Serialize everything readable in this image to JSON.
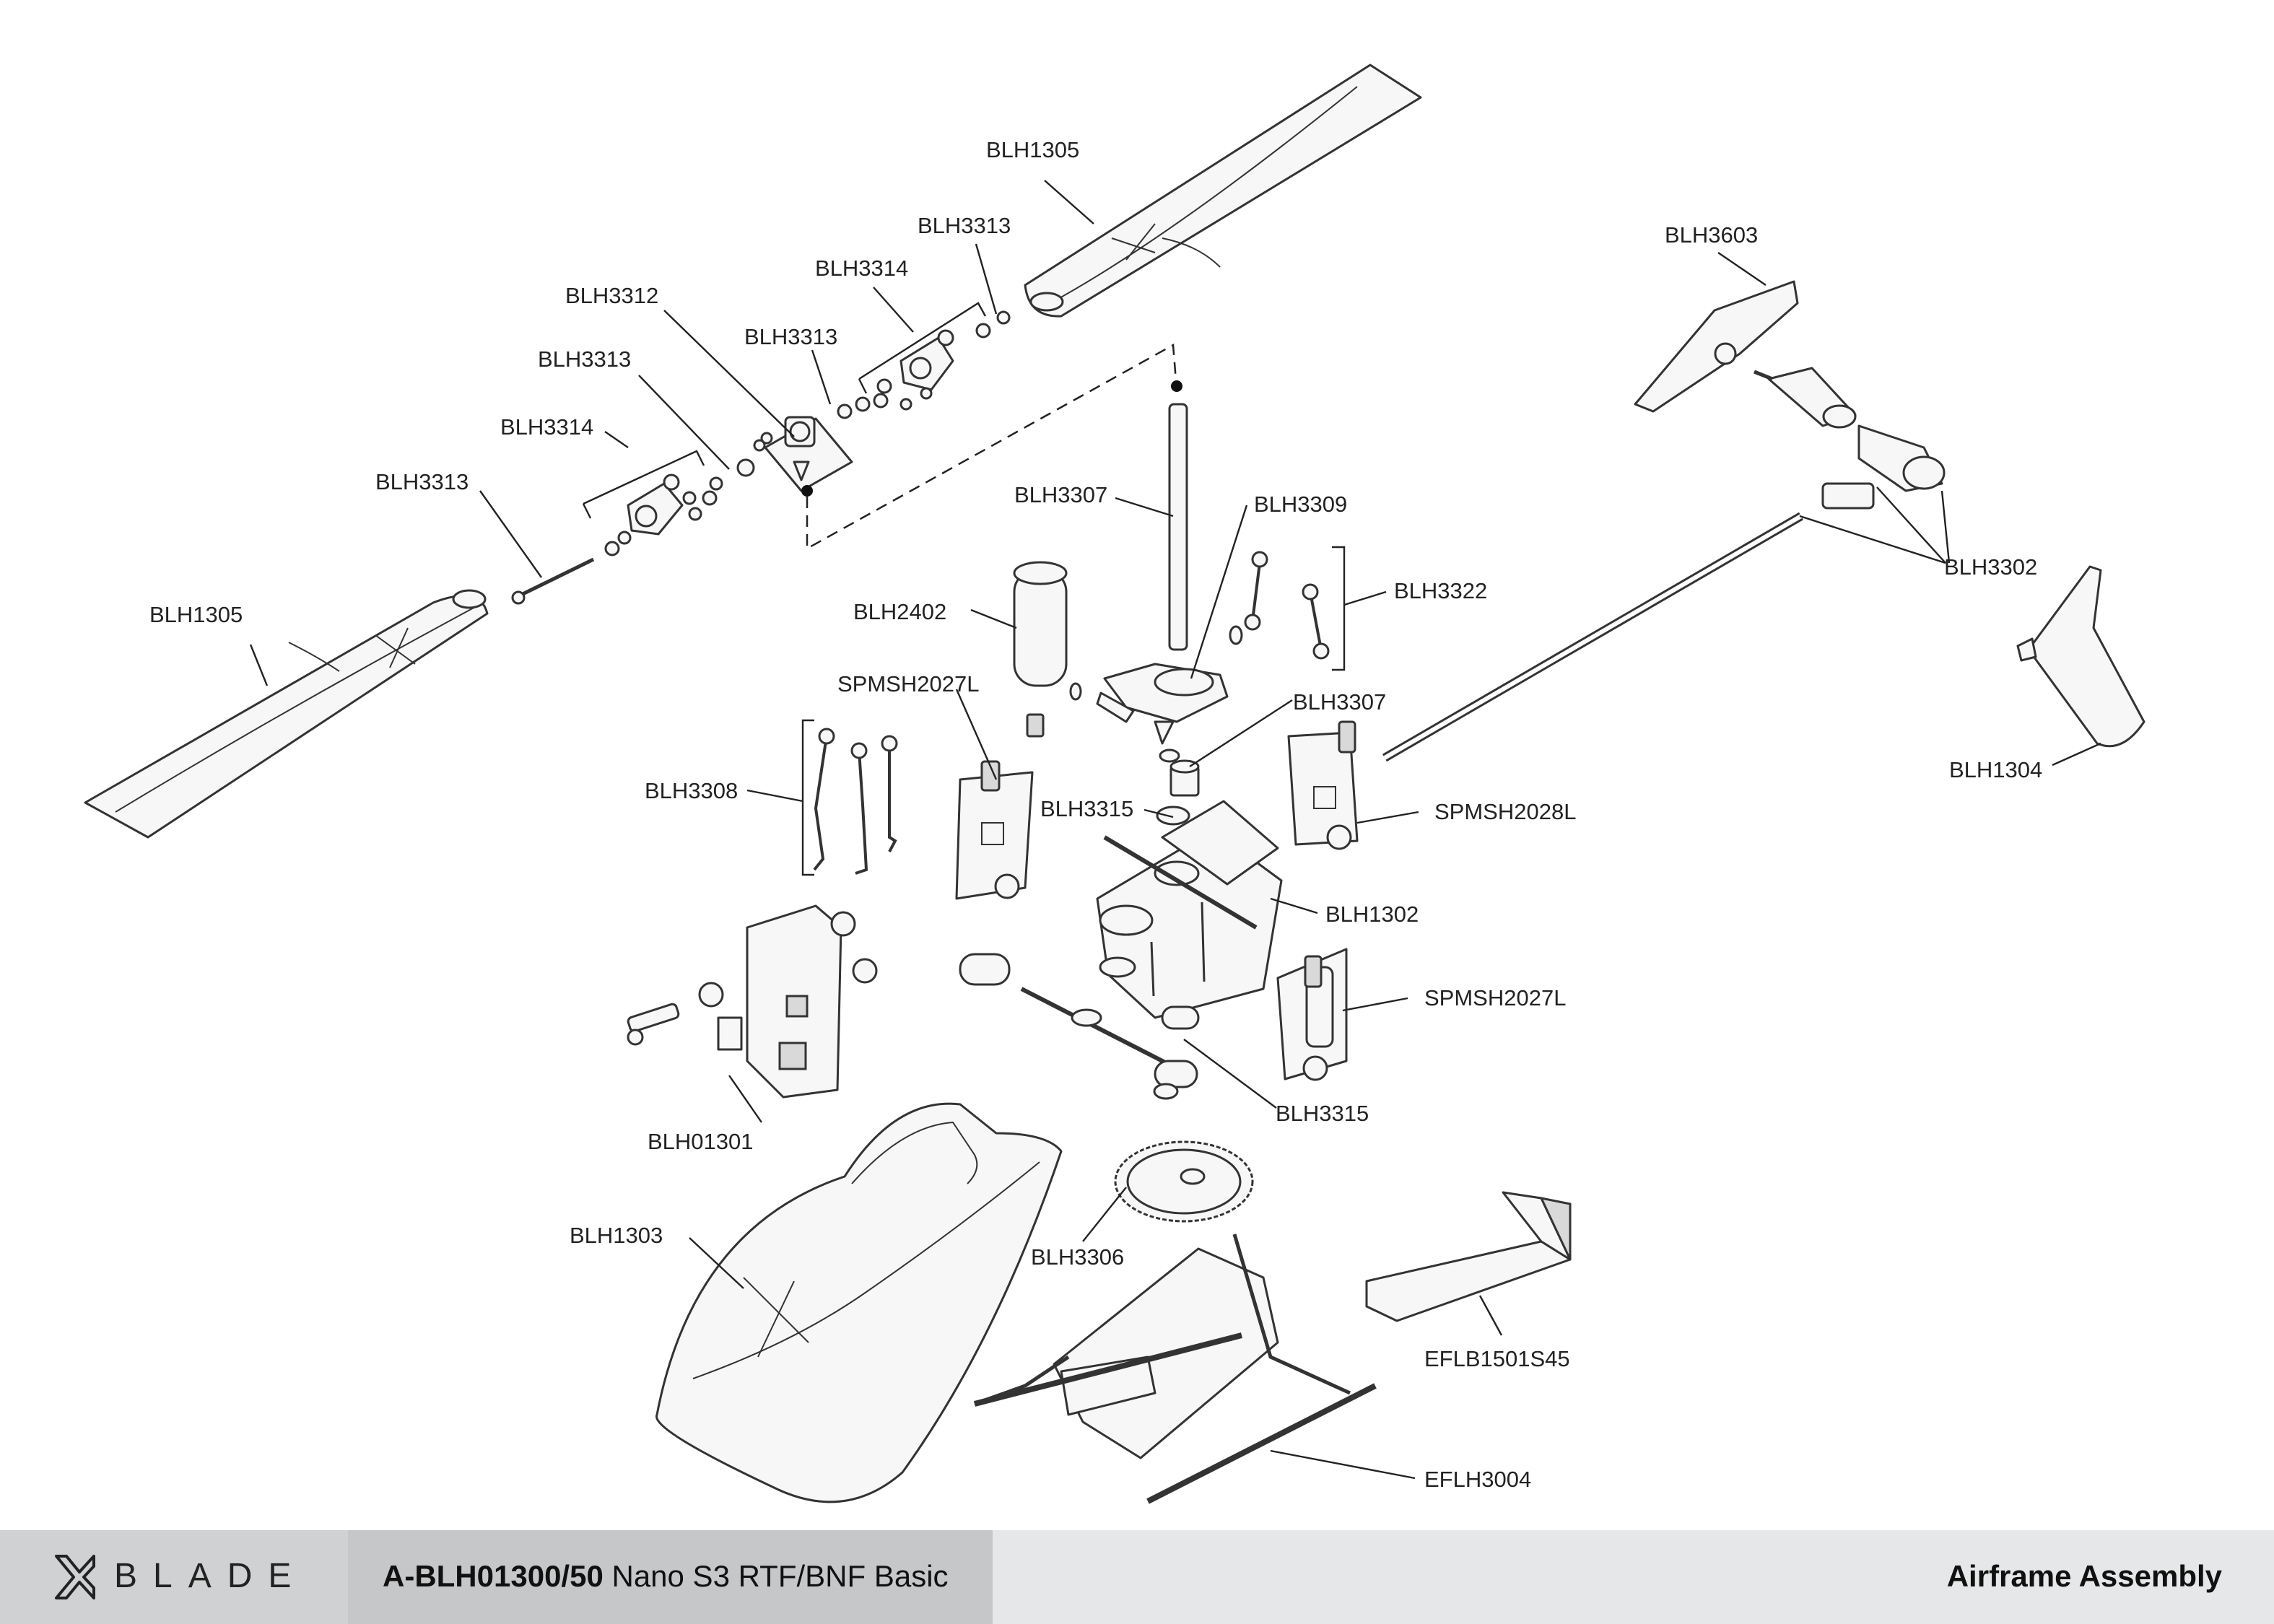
{
  "labels": {
    "blh1305_top": "BLH1305",
    "blh3313_a": "BLH3313",
    "blh3314_a": "BLH3314",
    "blh3312": "BLH3312",
    "blh3313_b": "BLH3313",
    "blh3313_c": "BLH3313",
    "blh3314_b": "BLH3314",
    "blh3313_d": "BLH3313",
    "blh1305_left": "BLH1305",
    "blh3307_shaft": "BLH3307",
    "blh3309": "BLH3309",
    "blh3322": "BLH3322",
    "blh2402": "BLH2402",
    "spmsh2027l_a": "SPMSH2027L",
    "blh3307_collar": "BLH3307",
    "blh3308": "BLH3308",
    "blh3315_a": "BLH3315",
    "spmsh2028l": "SPMSH2028L",
    "blh1302": "BLH1302",
    "spmsh2027l_b": "SPMSH2027L",
    "blh3315_b": "BLH3315",
    "blh01301": "BLH01301",
    "blh1303": "BLH1303",
    "blh3306": "BLH3306",
    "eflb1501s45": "EFLB1501S45",
    "eflh3004": "EFLH3004",
    "blh3603": "BLH3603",
    "blh3302": "BLH3302",
    "blh1304": "BLH1304"
  },
  "footer": {
    "brand": "BLADE",
    "part_number": "A-BLH01300/50",
    "product_name": " Nano S3 RTF/BNF Basic",
    "section": "Airframe Assembly"
  },
  "colors": {
    "footer_brand_bg": "#d0d1d3",
    "footer_title_bg": "#c6c7c9",
    "footer_right_bg": "#e6e7e8",
    "line": "#222222"
  },
  "icons": [
    "blade-logo-icon"
  ]
}
